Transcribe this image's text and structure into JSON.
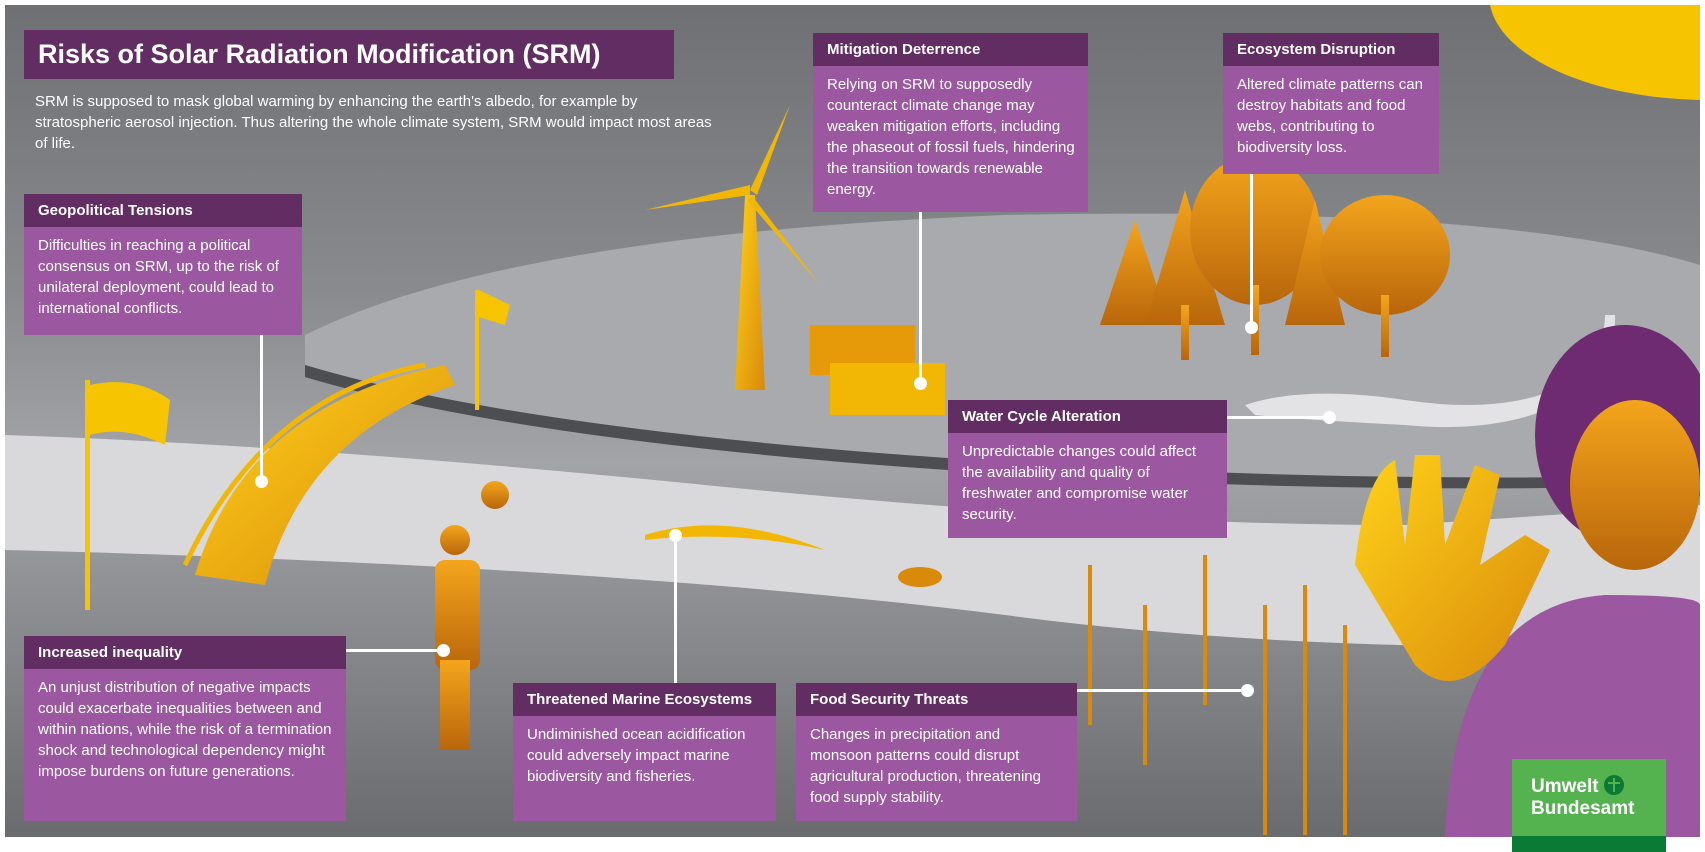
{
  "title": "Risks of Solar Radiation Modification  (SRM)",
  "intro": "SRM is supposed to mask global warming by enhancing the earth's albedo, for example by stratospheric aerosol injection. Thus altering the whole climate system, SRM would impact most areas of life.",
  "boxes": {
    "geopolitical": {
      "title": "Geopolitical Tensions",
      "text": "Difficulties in reaching a political consensus on SRM, up to the risk of unilateral deployment, could lead to international conflicts."
    },
    "mitigation": {
      "title": "Mitigation Deterrence",
      "text": "Relying on SRM to supposedly counteract climate change may weaken mitigation efforts, including the phaseout of fossil fuels, hindering the transition towards renewable energy."
    },
    "ecosystem": {
      "title": "Ecosystem Disruption",
      "text": "Altered climate patterns can destroy habitats and food webs, contributing to biodiversity loss."
    },
    "water": {
      "title": "Water Cycle Alteration",
      "text": "Unpredictable changes could affect the availability and quality of freshwater and compromise water security."
    },
    "inequality": {
      "title": "Increased inequality",
      "text": "An unjust distribution of negative impacts could exacerbate inequalities between and within nations, while the risk of a termination shock and technological dependency might impose burdens on future generations."
    },
    "marine": {
      "title": "Threatened Marine Ecosystems",
      "text": "Undiminished ocean acidification could adversely impact marine biodiversity and fisheries."
    },
    "food": {
      "title": "Food Security Threats",
      "text": "Changes in precipitation and monsoon patterns could disrupt agricultural production, threatening food supply stability."
    }
  },
  "logo": {
    "line1": "Umwelt",
    "line2": "Bundesamt"
  },
  "colors": {
    "header": "#622d62",
    "box": "#9b58a0",
    "accent": "#f2b705",
    "logo": "#55b34f"
  }
}
